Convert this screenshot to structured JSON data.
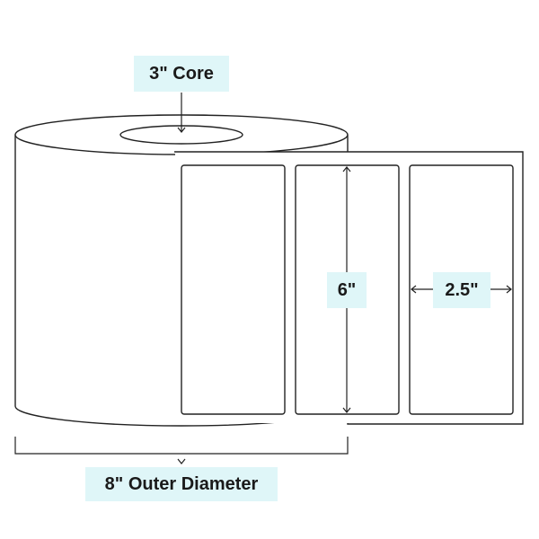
{
  "labels": {
    "core": "3\" Core",
    "height": "6\"",
    "width": "2.5\"",
    "outer_diameter": "8\" Outer Diameter"
  },
  "colors": {
    "stroke": "#222222",
    "label_background": "#dff6f8",
    "background": "#ffffff"
  }
}
